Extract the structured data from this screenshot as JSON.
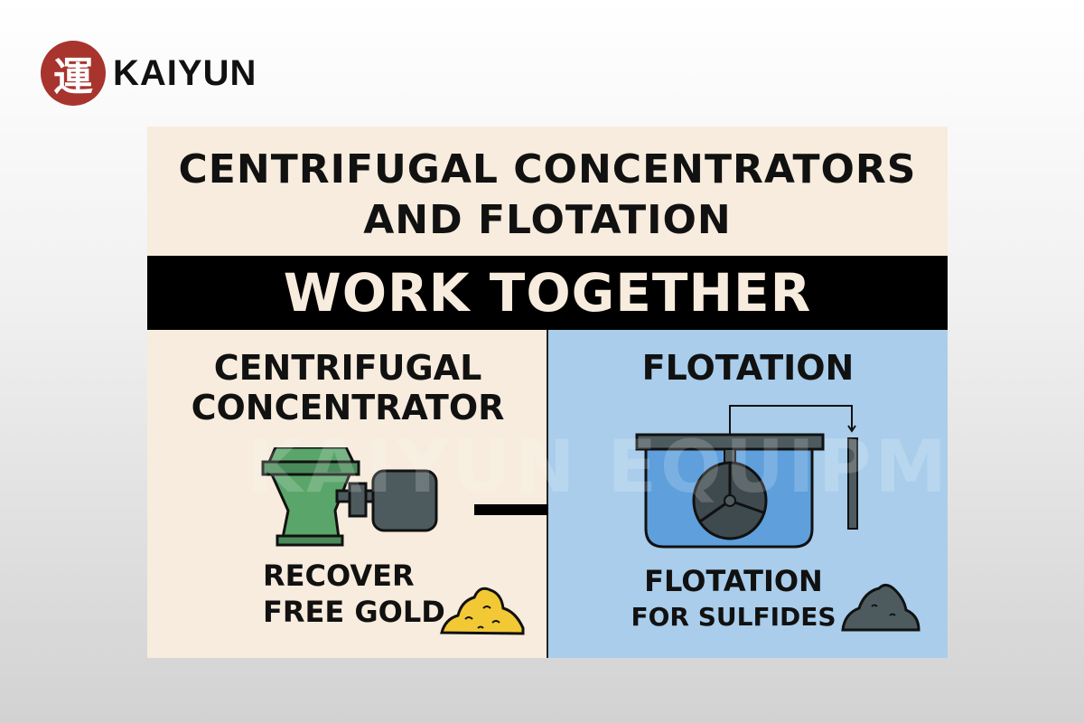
{
  "logo": {
    "mark": "運",
    "brand": "KAIYUN"
  },
  "title": {
    "line1": "CENTRIFUGAL CONCENTRATORS",
    "line2": "AND FLOTATION",
    "band": "WORK TOGETHER"
  },
  "left_panel": {
    "heading1": "CENTRIFUGAL",
    "heading2": "CONCENTRATOR",
    "caption1": "RECOVER",
    "caption2": "FREE GOLD"
  },
  "right_panel": {
    "heading": "FLOTATION",
    "caption1": "FLOTATION",
    "caption2": "FOR SULFIDES"
  },
  "watermark": "KAIYUN EQUIPMENT",
  "colors": {
    "cream": "#f7ecdd",
    "blue": "#a9cdeb",
    "green": "#5aa56a",
    "gray": "#4d5b5f",
    "gold": "#f2c935",
    "seal": "#a8342e"
  }
}
